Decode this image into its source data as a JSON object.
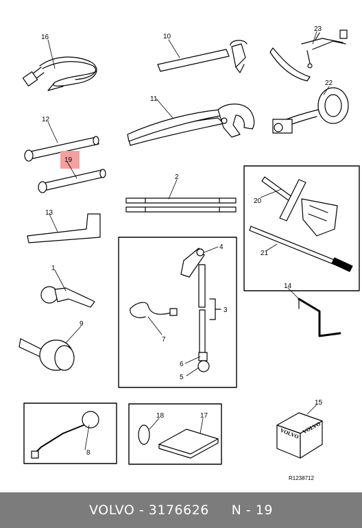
{
  "callouts": {
    "c1": "1",
    "c2": "2",
    "c3": "3",
    "c4": "4",
    "c5": "5",
    "c6": "6",
    "c7": "7",
    "c8": "8",
    "c9": "9",
    "c10": "10",
    "c11": "11",
    "c12": "12",
    "c13": "13",
    "c14": "14",
    "c15": "15",
    "c16": "16",
    "c17": "17",
    "c18": "18",
    "c19": "19",
    "c20": "20",
    "c21": "21",
    "c22": "22",
    "c23": "23"
  },
  "highlight_color": "#f4a0a0",
  "box_label_text": "VOLVO",
  "reference_code": "R1238712",
  "footer": {
    "brand_part": "VOLVO - 3176626",
    "page_ref": "N - 19"
  }
}
